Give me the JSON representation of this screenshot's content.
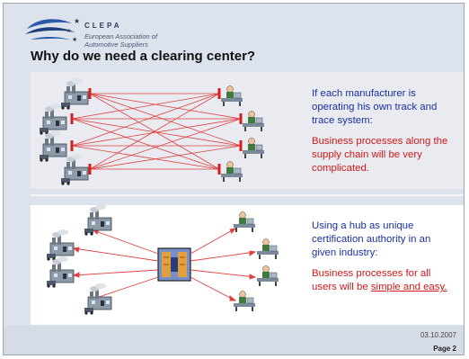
{
  "logo": {
    "name": "CLEPA",
    "subtitle_line1": "European Association of",
    "subtitle_line2": "Automotive Suppliers"
  },
  "title": "Why do we need a clearing center?",
  "top_panel": {
    "blue_text": "If each manufacturer is operating his own track and trace system:",
    "red_text": "Business processes along the supply chain will be very complicated."
  },
  "bottom_panel": {
    "blue_text": "Using a hub as unique certification authority in an given industry:",
    "red_prefix": "Business processes for all users will be ",
    "red_underlined": "simple and easy."
  },
  "footer": {
    "date": "03.10.2007",
    "page": "Page 2"
  },
  "colors": {
    "blue_text": "#1a2fa0",
    "red_text": "#d01818",
    "link_lines": "#e04040"
  },
  "icons": {
    "factory": "factory-icon",
    "worker": "worker-at-desk-icon",
    "hub": "clearing-center-hub-icon",
    "logo": "clepa-swoosh-stars-logo"
  }
}
